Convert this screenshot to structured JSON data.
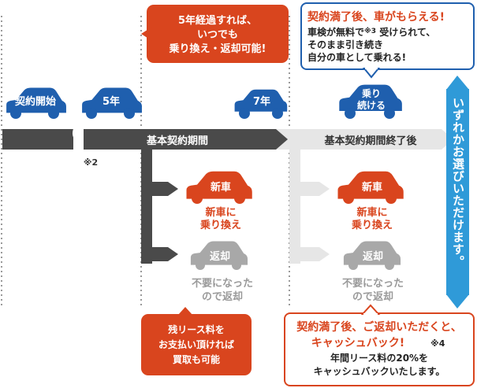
{
  "colors": {
    "blue": "#1f5fae",
    "red": "#d9451e",
    "dark_bar": "#4a4a4a",
    "light_bar": "#e6e6e6",
    "grey_car": "#a8a8a8",
    "grey_text": "#9a9a9a",
    "side_band": "#2f9ad8",
    "dotted": "#9a9a9a"
  },
  "timeline": {
    "start_car": "契約開始",
    "year5_car": "5年",
    "year7_car": "7年",
    "continue_car": [
      "乗り",
      "続ける"
    ],
    "main_bar": "基本契約期間",
    "after_bar": "基本契約期間終了後",
    "note_mark": "※2"
  },
  "callouts": {
    "year5": [
      "5年経過すれば、",
      "いつでも",
      "乗り換え・返却可能!"
    ],
    "end_top_title": "契約満了後、車がもらえる!",
    "end_top_body_1_a": "車検が無料で",
    "end_top_body_1_note": "※3",
    "end_top_body_1_b": " 受けられて、",
    "end_top_body_2": "そのまま引き続き",
    "end_top_body_3": "自分の車として乗れる!",
    "remaining": [
      "残リース料を",
      "お支払い頂ければ",
      "買取も可能"
    ],
    "cashback_title_1": "契約満了後、ご返却いただくと、",
    "cashback_title_2": "キャッシュバック!",
    "cashback_note": "※4",
    "cashback_body": [
      "年間リース料の20%を",
      "キャッシュバックいたします。"
    ]
  },
  "options": {
    "new_car_label": "新車",
    "new_car_caption": [
      "新車に",
      "乗り換え"
    ],
    "return_label": "返却",
    "return_caption": [
      "不要になった",
      "ので返却"
    ]
  },
  "side_message": "いずれかお選びいただけます。"
}
